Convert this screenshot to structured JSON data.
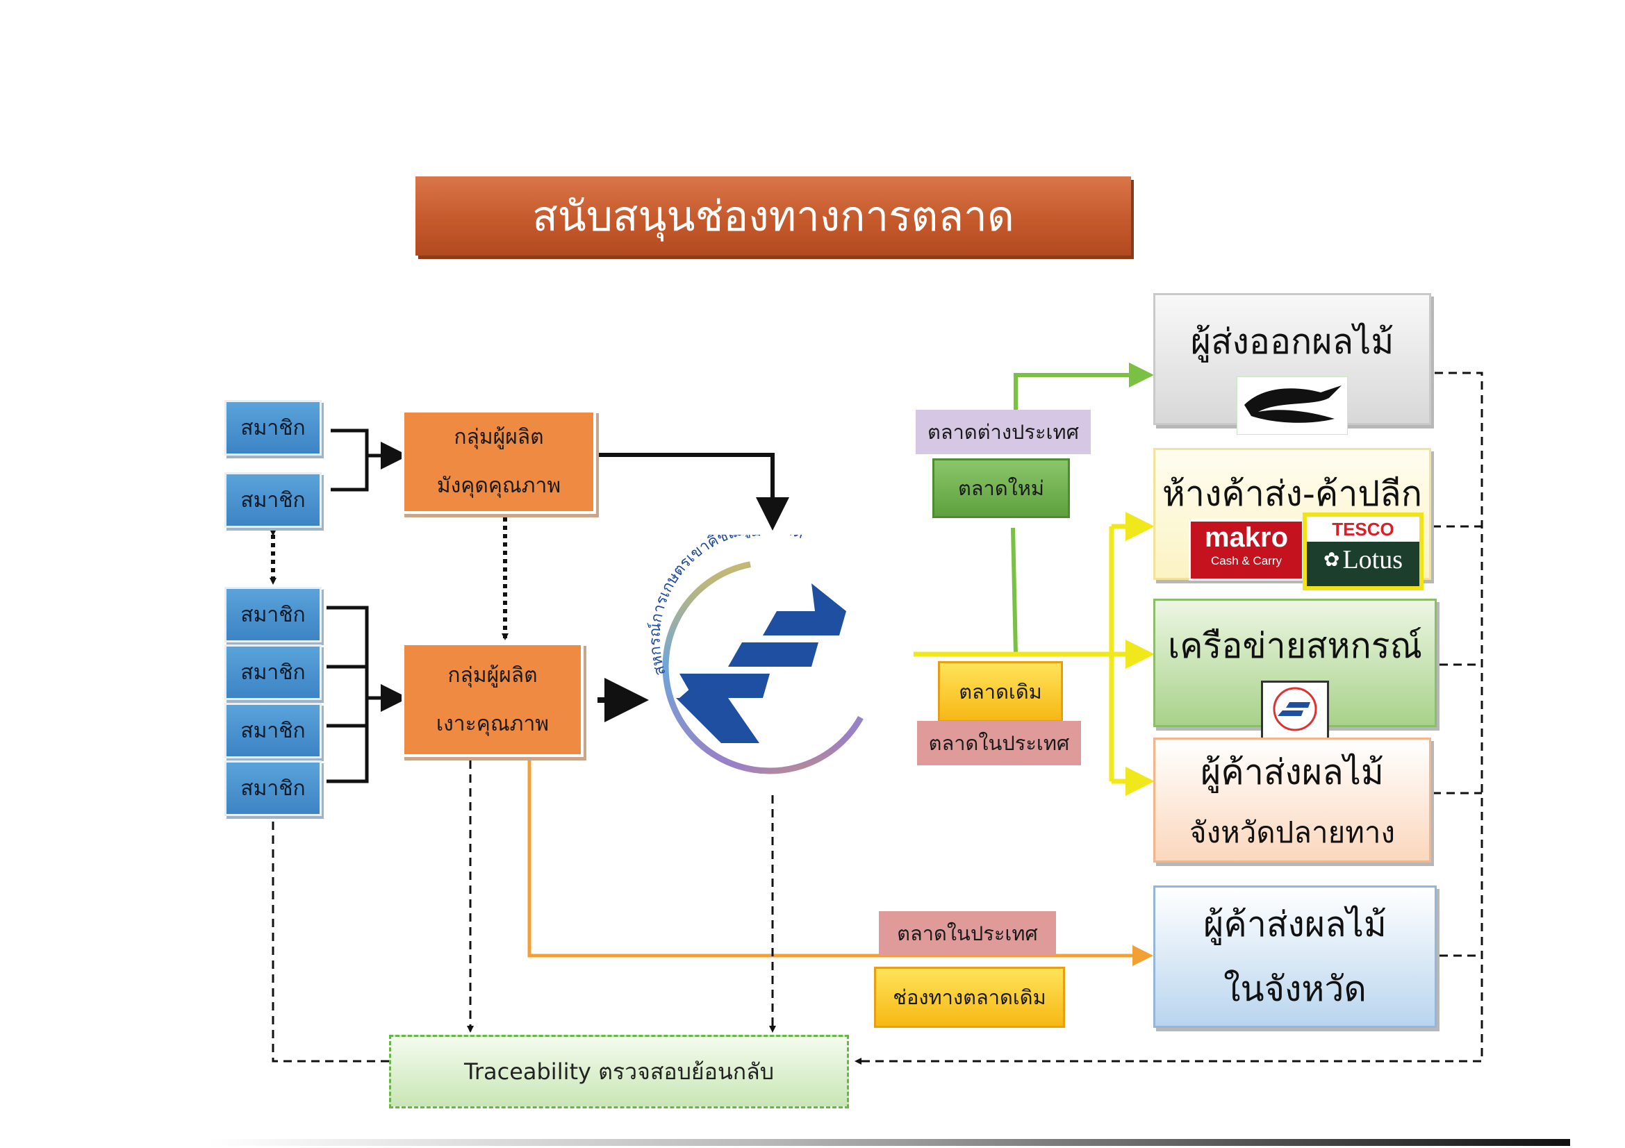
{
  "title": "สนับสนุนช่องทางการตลาด",
  "members": [
    "สมาชิก",
    "สมาชิก",
    "สมาชิก",
    "สมาชิก",
    "สมาชิก",
    "สมาชิก"
  ],
  "producer_groups": [
    {
      "line1": "กลุ่มผู้ผลิต",
      "line2": "มังคุดคุณภาพ"
    },
    {
      "line1": "กลุ่มผู้ผลิต",
      "line2": "เงาะคุณภาพ"
    }
  ],
  "cooperative_logo": {
    "arc_text": "สหกรณ์การเกษตรเขาคิชฌกูฏ จำกัด",
    "icon": "cooperative-logo-icon"
  },
  "market_tags": {
    "foreign": "ตลาดต่างประเทศ",
    "new": "ตลาดใหม่",
    "traditional": "ตลาดเดิม",
    "domestic_1": "ตลาดในประเทศ",
    "domestic_2": "ตลาดในประเทศ",
    "traditional_channel": "ช่องทางตลาดเดิม"
  },
  "destinations": [
    {
      "line1": "ผู้ส่งออกผลไม้",
      "icon": "dragon-logo-icon"
    },
    {
      "line1": "ห้างค้าส่ง-ค้าปลีก",
      "makro_name": "makro",
      "makro_sub": "Cash & Carry",
      "tesco_name": "TESCO",
      "lotus_name": "Lotus"
    },
    {
      "line1": "เครือข่ายสหกรณ์",
      "icon": "cooperative-network-icon"
    },
    {
      "line1": "ผู้ค้าส่งผลไม้",
      "line2": "จังหวัดปลายทาง"
    },
    {
      "line1": "ผู้ค้าส่งผลไม้",
      "line2": "ในจังหวัด"
    }
  ],
  "traceability": "Traceability ตรวจสอบย้อนกลับ",
  "colors": {
    "title_bg": "#c55a2c",
    "member_bg": "#4a93cf",
    "producer_bg": "#ee8a42",
    "green_line": "#7ac143",
    "yellow_line": "#f5ef1a",
    "orange_line": "#f2a033"
  }
}
